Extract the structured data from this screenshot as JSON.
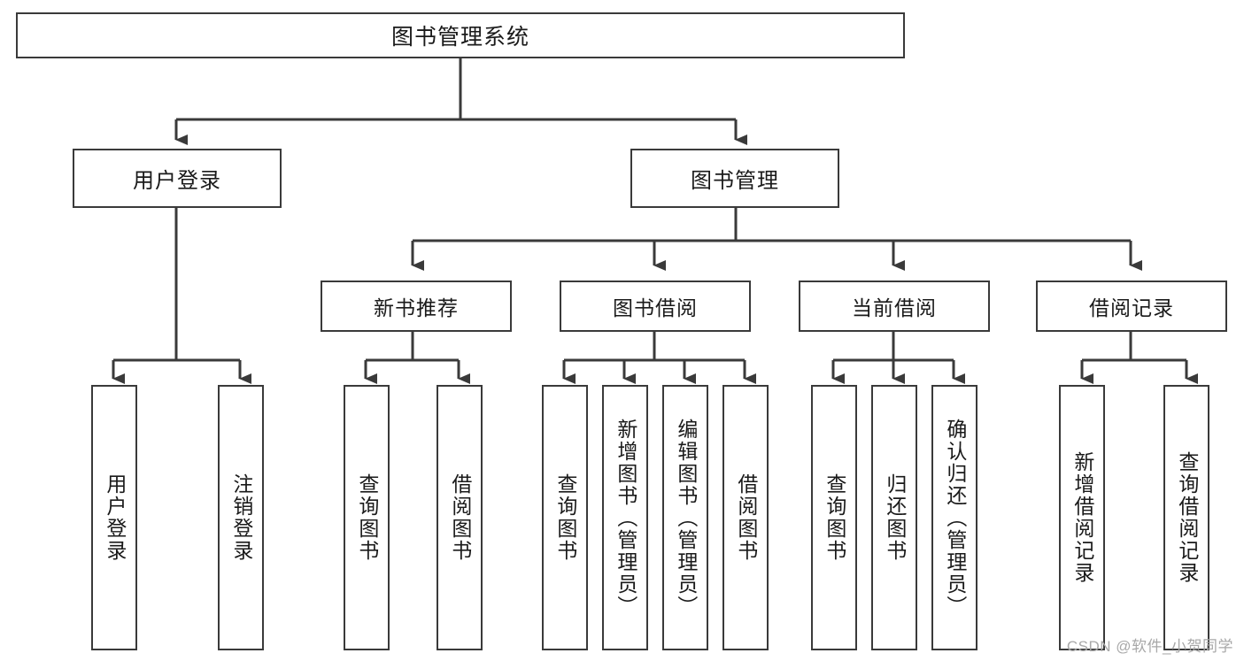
{
  "diagram": {
    "title": "图书管理系统",
    "type": "hierarchy-tree",
    "stroke_color": "#3a3a3a",
    "fill_color": "#ffffff",
    "text_color": "#1a1a1a",
    "root": {
      "label": "图书管理系统"
    },
    "level2": [
      {
        "label": "用户登录"
      },
      {
        "label": "图书管理"
      }
    ],
    "level3": [
      {
        "label": "新书推荐"
      },
      {
        "label": "图书借阅"
      },
      {
        "label": "当前借阅"
      },
      {
        "label": "借阅记录"
      }
    ],
    "leaves": {
      "user_login": [
        {
          "label": "用户登录"
        },
        {
          "label": "注销登录"
        }
      ],
      "new_book_recommend": [
        {
          "label": "查询图书"
        },
        {
          "label": "借阅图书"
        }
      ],
      "book_borrow": [
        {
          "label": "查询图书"
        },
        {
          "label": "新增图书（管理员）"
        },
        {
          "label": "编辑图书（管理员）"
        },
        {
          "label": "借阅图书"
        }
      ],
      "current_borrow": [
        {
          "label": "查询图书"
        },
        {
          "label": "归还图书"
        },
        {
          "label": "确认归还（管理员）"
        }
      ],
      "borrow_record": [
        {
          "label": "新增借阅记录"
        },
        {
          "label": "查询借阅记录"
        }
      ]
    }
  },
  "watermark": {
    "text": "CSDN @软件_小贺同学"
  }
}
